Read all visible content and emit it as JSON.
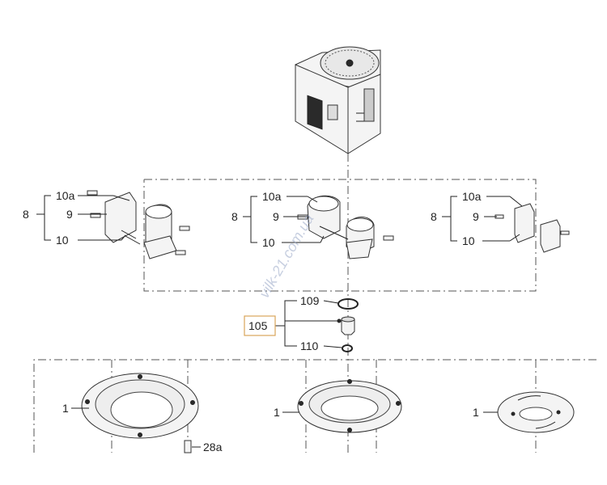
{
  "labels": {
    "l_10a_a": "10a",
    "l_9_a": "9",
    "l_10_a": "10",
    "l_8_a": "8",
    "l_10a_b": "10a",
    "l_9_b": "9",
    "l_10_b": "10",
    "l_8_b": "8",
    "l_10a_c": "10a",
    "l_9_c": "9",
    "l_10_c": "10",
    "l_8_c": "8",
    "l_109": "109",
    "l_105": "105",
    "l_110": "110",
    "l_1_a": "1",
    "l_1_b": "1",
    "l_1_c": "1",
    "l_28a": "28a"
  },
  "watermark": "vilk-21.com.ua",
  "colors": {
    "highlight_box": "#d9a55a",
    "line": "#222222",
    "watermark": "#9aa8c8"
  }
}
